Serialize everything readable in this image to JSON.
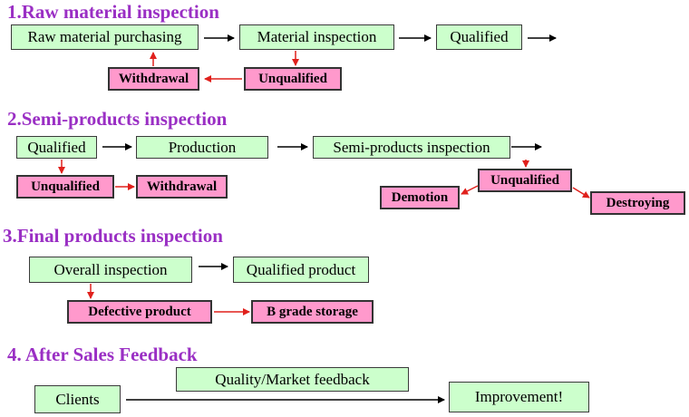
{
  "sections": {
    "raw": {
      "title": "1.Raw material inspection",
      "purchasing": "Raw material purchasing",
      "inspection": "Material inspection",
      "qualified": "Qualified",
      "withdrawal": "Withdrawal",
      "unqualified": "Unqualified"
    },
    "semi": {
      "title": "2.Semi-products inspection",
      "qualified": "Qualified",
      "production": "Production",
      "inspection": "Semi-products inspection",
      "unqualified_left": "Unqualified",
      "withdrawal": "Withdrawal",
      "unqualified_right": "Unqualified",
      "demotion": "Demotion",
      "destroying": "Destroying"
    },
    "final": {
      "title": "3.Final products inspection",
      "overall": "Overall  inspection",
      "qualified_product": "Qualified product",
      "defective": "Defective product",
      "b_grade": "B grade storage"
    },
    "after": {
      "title": "4. After Sales Feedback",
      "feedback": "Quality/Market feedback",
      "clients": "Clients",
      "improvement": "Improvement!"
    }
  },
  "colors": {
    "title": "#9a2fc4",
    "green_box": "#ccffcc",
    "pink_box": "#ff99cc",
    "red_arrow": "#e0201c",
    "black_arrow": "#000000"
  }
}
